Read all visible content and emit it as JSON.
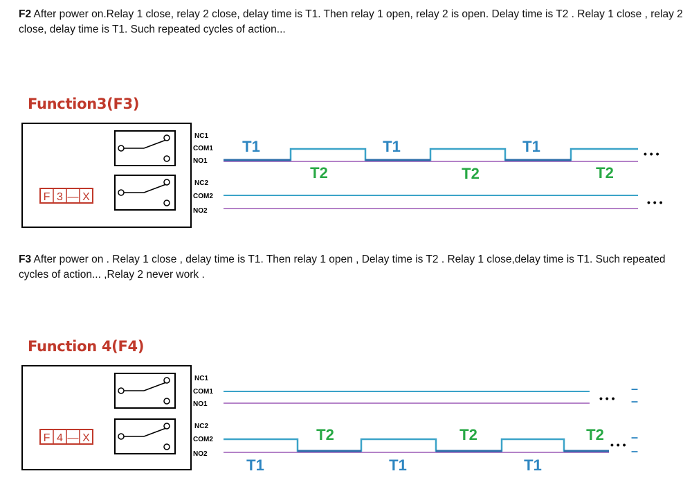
{
  "f2_description": {
    "label": "F2",
    "text": " After power on.Relay 1 close, relay 2 close, delay time is T1. Then relay 1 open, relay 2 is open. Delay time is T2 . Relay 1 close , relay 2 close, delay time is T1. Such repeated cycles of action..."
  },
  "function3": {
    "title": "Function3(F3)",
    "mode_display": [
      "F",
      "3",
      "—",
      "X"
    ],
    "pins": [
      "NC1",
      "COM1",
      "NO1",
      "NC2",
      "COM2",
      "NO2"
    ],
    "t1": "T1",
    "t2": "T2",
    "ellipsis": "• • •"
  },
  "f3_description": {
    "label": "F3",
    "text": " After power on . Relay 1 close , delay time is T1. Then relay 1 open , Delay time is T2 . Relay 1 close,delay time is T1. Such repeated cycles of action... ,Relay 2 never work ."
  },
  "function4": {
    "title": "Function 4(F4)",
    "mode_display": [
      "F",
      "4",
      "—",
      "X"
    ],
    "pins": [
      "NC1",
      "COM1",
      "NO1",
      "NC2",
      "COM2",
      "NO2"
    ],
    "t1": "T1",
    "t2": "T2",
    "ellipsis": "• • •",
    "dash": "–"
  },
  "colors": {
    "title_red": "#c0392b",
    "wave_blue": "#3ba3c8",
    "wave_purple": "#9b59b6",
    "t1_blue": "#2e86c1",
    "t2_green": "#27a844",
    "box_red": "#c0392b"
  }
}
